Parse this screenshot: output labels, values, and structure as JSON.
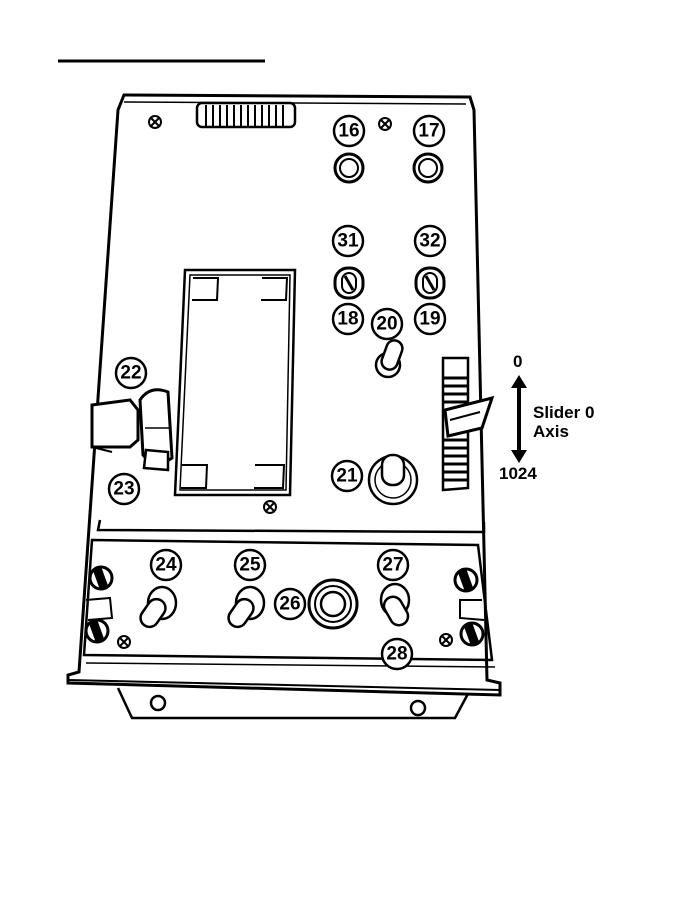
{
  "diagram": {
    "heading": "",
    "callouts": {
      "c16": "16",
      "c17": "17",
      "c31": "31",
      "c32": "32",
      "c18": "18",
      "c19": "19",
      "c20": "20",
      "c21": "21",
      "c22": "22",
      "c23": "23",
      "c24": "24",
      "c25": "25",
      "c26": "26",
      "c27": "27",
      "c28": "28"
    },
    "slider_axis": {
      "min_label": "0",
      "max_label": "1024",
      "title_line1": "Slider 0",
      "title_line2": "Axis"
    }
  },
  "colors": {
    "ink": "#000000",
    "panel": "#ffffff",
    "shade": "#d8d8d8"
  }
}
